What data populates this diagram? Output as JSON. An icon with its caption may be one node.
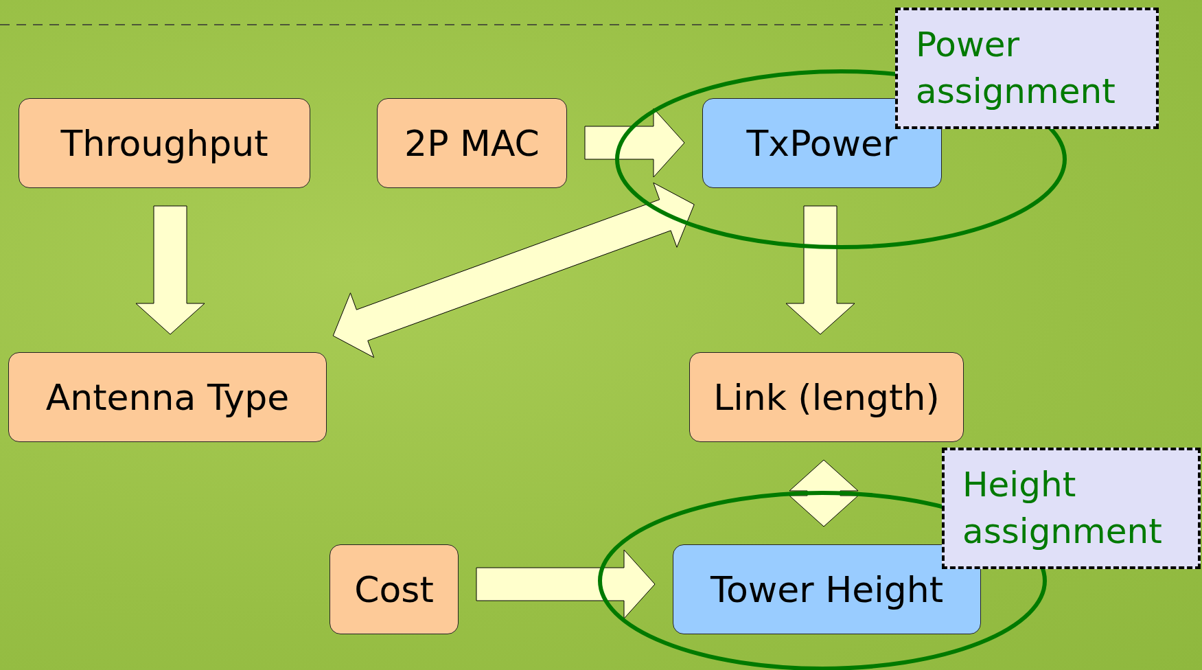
{
  "diagram": {
    "nodes": [
      {
        "text": [
          "Throughput"
        ]
      },
      {
        "text": [
          "2P MAC"
        ]
      },
      {
        "text": [
          "TxPower"
        ]
      },
      {
        "text": [
          "Antenna Type"
        ]
      },
      {
        "text": [
          "Link (length)"
        ]
      },
      {
        "text": [
          "Cost"
        ]
      },
      {
        "text": [
          "Tower Height"
        ]
      },
      {
        "text": [
          "Power assignment"
        ]
      },
      {
        "text": [
          "Height assignment"
        ]
      }
    ],
    "edges": [
      {
        "from": 0,
        "to": 3,
        "arrow": "to"
      },
      {
        "from": 1,
        "to": 2,
        "arrow": "to"
      },
      {
        "from": 3,
        "to": 2,
        "arrow": "both"
      },
      {
        "from": 2,
        "to": 4,
        "arrow": "to"
      },
      {
        "from": 4,
        "to": 6,
        "arrow": "both"
      },
      {
        "from": 5,
        "to": 6,
        "arrow": "to"
      }
    ]
  }
}
